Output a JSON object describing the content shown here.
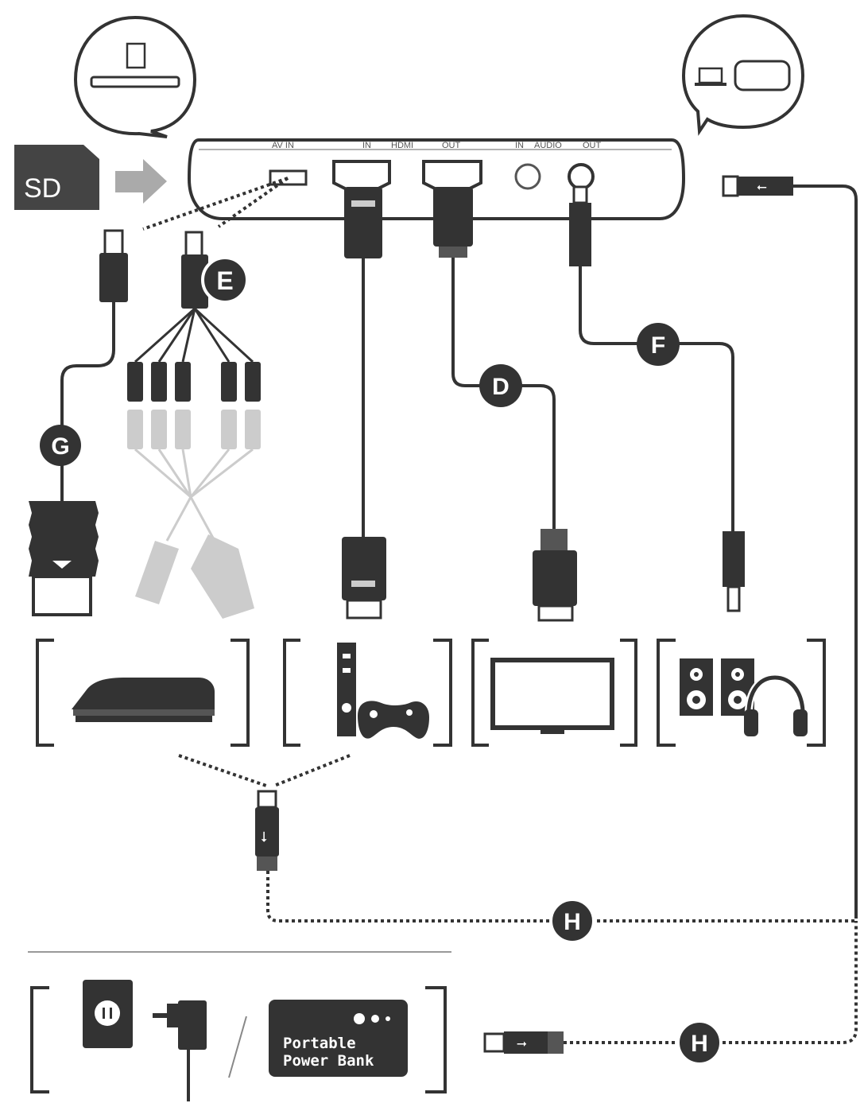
{
  "device": {
    "port_labels": {
      "av_in": "AV IN",
      "hdmi_in": "IN",
      "hdmi": "HDMI",
      "hdmi_out": "OUT",
      "audio_in": "IN",
      "audio": "AUDIO",
      "audio_out": "OUT"
    }
  },
  "sd_card": {
    "label": "SD"
  },
  "cables": {
    "D": "D",
    "E": "E",
    "F": "F",
    "G": "G",
    "H_top": "H",
    "H_bottom": "H"
  },
  "power_bank": {
    "line1": "Portable",
    "line2": "Power Bank"
  },
  "icons": [
    "sd-card-icon",
    "laptop-icon",
    "monitor-icon",
    "usb-icon",
    "game-console-icon",
    "xbox-console-icon",
    "gamepad-icon",
    "tv-icon",
    "speaker-icon",
    "headphones-icon",
    "wall-outlet-icon",
    "power-adapter-icon"
  ],
  "colors": {
    "dark": "#333333",
    "mid": "#555555",
    "light": "#cccccc",
    "arrow": "#aaaaaa"
  }
}
